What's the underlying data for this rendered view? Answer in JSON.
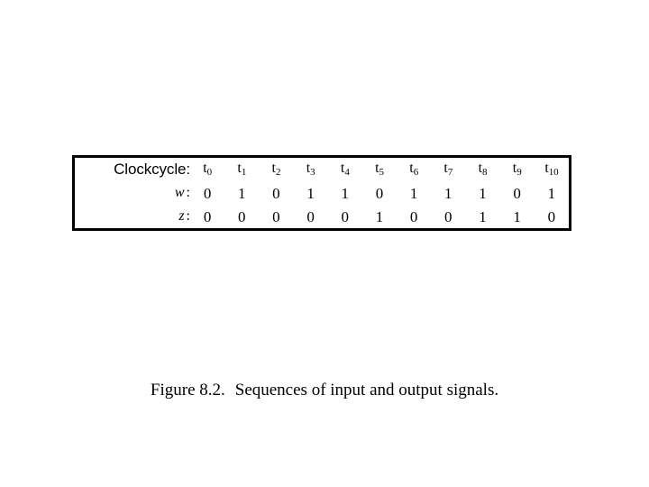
{
  "figure": {
    "box": {
      "border_color": "#000000",
      "background": "#ffffff"
    },
    "rows": {
      "clockcycle_label": "Clockcycle:",
      "w_label": "w",
      "z_label": "z",
      "label_colon": ":"
    },
    "columns": [
      {
        "base": "t",
        "sub": "0"
      },
      {
        "base": "t",
        "sub": "1"
      },
      {
        "base": "t",
        "sub": "2"
      },
      {
        "base": "t",
        "sub": "3"
      },
      {
        "base": "t",
        "sub": "4"
      },
      {
        "base": "t",
        "sub": "5"
      },
      {
        "base": "t",
        "sub": "6"
      },
      {
        "base": "t",
        "sub": "7"
      },
      {
        "base": "t",
        "sub": "8"
      },
      {
        "base": "t",
        "sub": "9"
      },
      {
        "base": "t",
        "sub": "10"
      }
    ],
    "w_values": [
      "0",
      "1",
      "0",
      "1",
      "1",
      "0",
      "1",
      "1",
      "1",
      "0",
      "1"
    ],
    "z_values": [
      "0",
      "0",
      "0",
      "0",
      "0",
      "1",
      "0",
      "0",
      "1",
      "1",
      "0"
    ],
    "caption": {
      "number": "Figure 8.2.",
      "text": "Sequences of input and output signals."
    }
  },
  "chart_data": {
    "type": "table",
    "title": "Sequences of input and output signals.",
    "categories": [
      "t0",
      "t1",
      "t2",
      "t3",
      "t4",
      "t5",
      "t6",
      "t7",
      "t8",
      "t9",
      "t10"
    ],
    "row_headers": [
      "Clockcycle:",
      "w:",
      "z:"
    ],
    "series": [
      {
        "name": "w",
        "values": [
          0,
          1,
          0,
          1,
          1,
          0,
          1,
          1,
          1,
          0,
          1
        ]
      },
      {
        "name": "z",
        "values": [
          0,
          0,
          0,
          0,
          0,
          1,
          0,
          0,
          1,
          1,
          0
        ]
      }
    ],
    "xlabel": "Clockcycle",
    "ylabel": "",
    "grid": false,
    "legend": "none"
  }
}
